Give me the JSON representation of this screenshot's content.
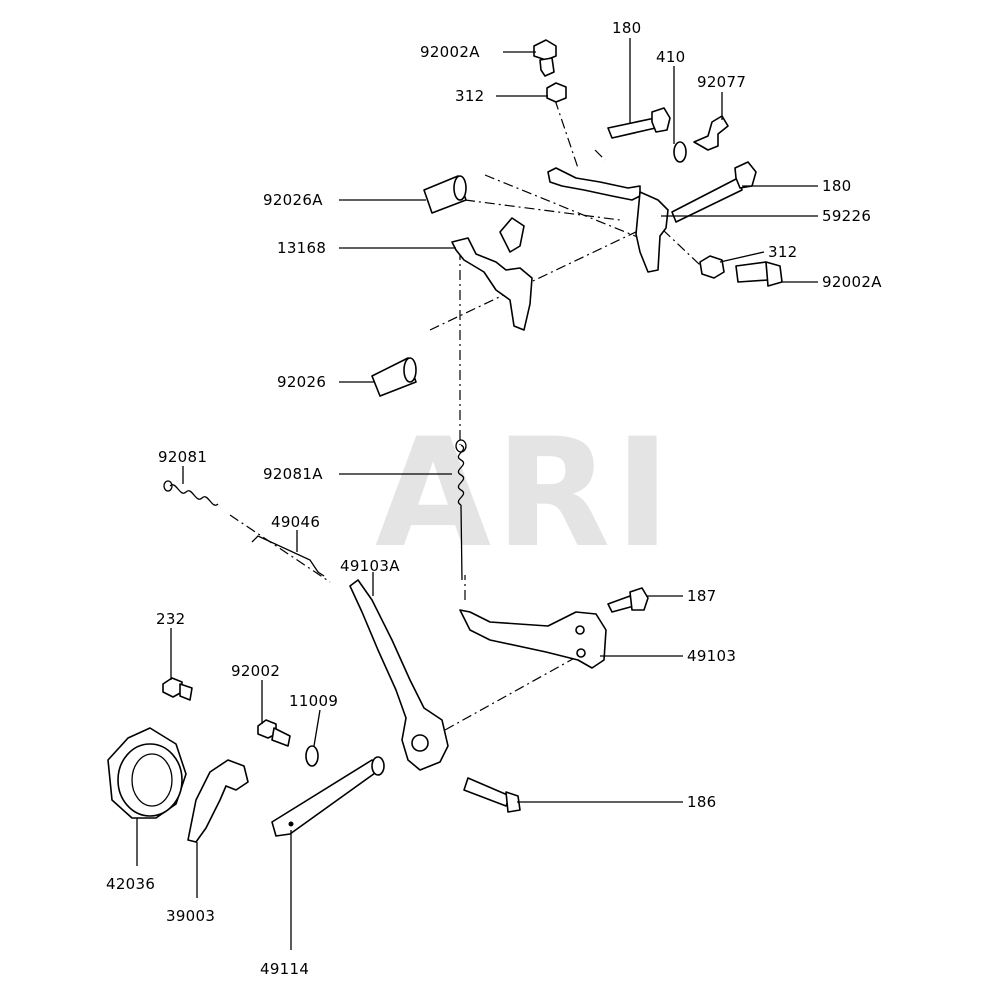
{
  "watermark": "ARI",
  "parts": {
    "p92002A_top": "92002A",
    "p312_top": "312",
    "p180_top": "180",
    "p410": "410",
    "p92077": "92077",
    "p92026A": "92026A",
    "p180_right": "180",
    "p59226": "59226",
    "p13168": "13168",
    "p312_right": "312",
    "p92002A_right": "92002A",
    "p92026": "92026",
    "p92081": "92081",
    "p92081A": "92081A",
    "p49046": "49046",
    "p49103A": "49103A",
    "p187": "187",
    "p232": "232",
    "p49103": "49103",
    "p92002": "92002",
    "p11009": "11009",
    "p186": "186",
    "p42036": "42036",
    "p39003": "39003",
    "p49114": "49114"
  }
}
